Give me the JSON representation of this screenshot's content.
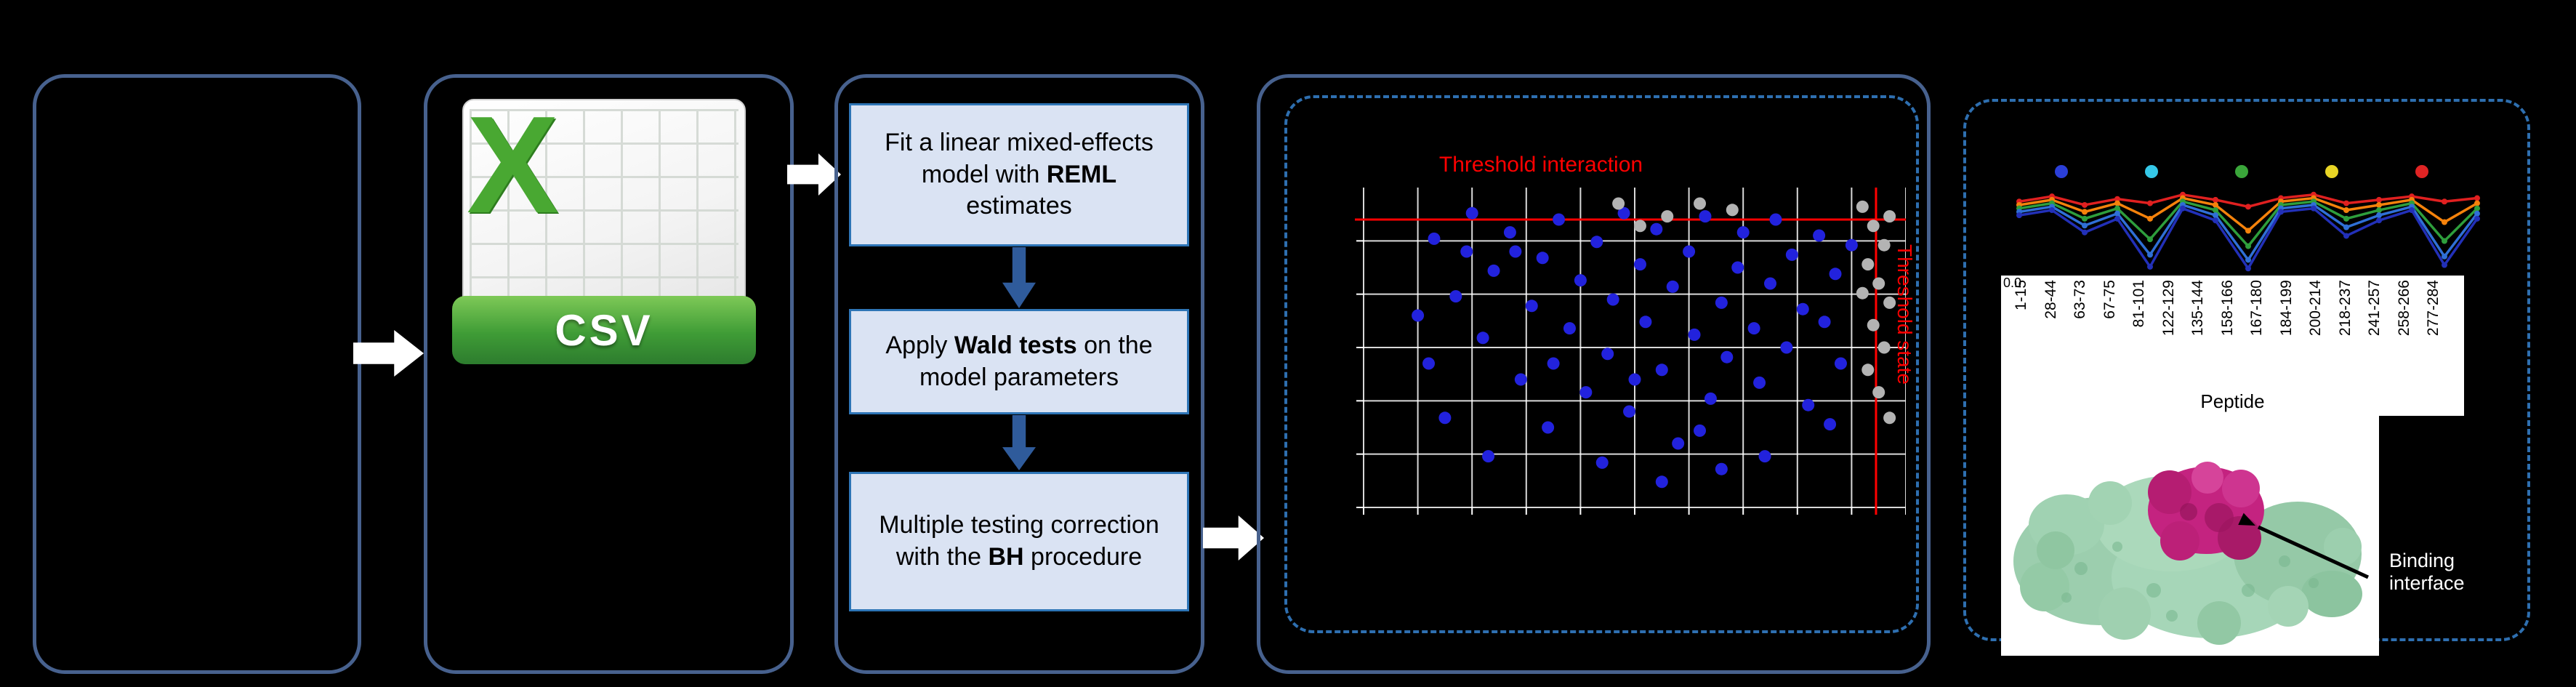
{
  "colors": {
    "background": "#000000",
    "panel_border": "#47618e",
    "dashed_border": "#2e6fb0",
    "flow_arrow": "#ffffff",
    "down_arrow": "#2f5b9b",
    "step_box_fill": "#dae3f3",
    "step_box_border": "#2e75b6",
    "csv_green": "#3f9c36",
    "threshold_red": "#ff0000",
    "significant_dot": "#2222dd",
    "nonsignificant_dot": "#b3b3b3",
    "binding_site_magenta": "#c42380",
    "protein_surface_green": "#9cceae"
  },
  "csv_icon": {
    "letter": "X",
    "banner": "CSV"
  },
  "workflow": {
    "steps": [
      {
        "before": "Fit a linear mixed-effects model with ",
        "bold": "REML",
        "after": " estimates"
      },
      {
        "before": "Apply ",
        "bold": "Wald tests",
        "after": " on the model parameters"
      },
      {
        "before": "Multiple testing correction with the ",
        "bold": "BH",
        "after": " procedure"
      }
    ]
  },
  "chart_data": [
    {
      "id": "threshold-scatter",
      "type": "scatter",
      "annotations": {
        "hline_label": "Threshold interaction",
        "vline_label": "Threshold state"
      },
      "grid": {
        "v_lines": 11,
        "h_lines": 6,
        "color": "#ffffff"
      },
      "thresholds_pct": {
        "hline_y": 10,
        "vline_x": 94.5,
        "color": "#ff0000"
      },
      "series": [
        {
          "name": "significant-peptides",
          "color": "#2222dd",
          "points_pct": [
            [
              13,
              16
            ],
            [
              17,
              34
            ],
            [
              20,
              8
            ],
            [
              22,
              47
            ],
            [
              24,
              26
            ],
            [
              27,
              14
            ],
            [
              29,
              60
            ],
            [
              31,
              37
            ],
            [
              33,
              22
            ],
            [
              34,
              75
            ],
            [
              36,
              10
            ],
            [
              38,
              44
            ],
            [
              40,
              29
            ],
            [
              41,
              64
            ],
            [
              43,
              17
            ],
            [
              45,
              52
            ],
            [
              46,
              35
            ],
            [
              48,
              8
            ],
            [
              49,
              70
            ],
            [
              51,
              24
            ],
            [
              52,
              42
            ],
            [
              54,
              13
            ],
            [
              55,
              57
            ],
            [
              57,
              31
            ],
            [
              58,
              80
            ],
            [
              60,
              20
            ],
            [
              61,
              46
            ],
            [
              63,
              9
            ],
            [
              64,
              66
            ],
            [
              66,
              36
            ],
            [
              67,
              53
            ],
            [
              69,
              25
            ],
            [
              70,
              14
            ],
            [
              72,
              44
            ],
            [
              73,
              61
            ],
            [
              75,
              30
            ],
            [
              76,
              10
            ],
            [
              78,
              50
            ],
            [
              79,
              21
            ],
            [
              81,
              38
            ],
            [
              82,
              68
            ],
            [
              84,
              15
            ],
            [
              85,
              42
            ],
            [
              87,
              27
            ],
            [
              88,
              55
            ],
            [
              90,
              18
            ],
            [
              66,
              88
            ],
            [
              44,
              86
            ],
            [
              23,
              84
            ],
            [
              12,
              55
            ],
            [
              15,
              72
            ],
            [
              10,
              40
            ],
            [
              55,
              92
            ],
            [
              35,
              55
            ],
            [
              50,
              60
            ],
            [
              62,
              76
            ],
            [
              74,
              84
            ],
            [
              86,
              74
            ],
            [
              28,
              20
            ],
            [
              19,
              20
            ]
          ]
        },
        {
          "name": "non-significant-peptides",
          "color": "#b3b3b3",
          "points_pct": [
            [
              92,
              6
            ],
            [
              94,
              12
            ],
            [
              96,
              18
            ],
            [
              93,
              24
            ],
            [
              95,
              30
            ],
            [
              97,
              36
            ],
            [
              94,
              43
            ],
            [
              96,
              50
            ],
            [
              93,
              57
            ],
            [
              95,
              64
            ],
            [
              97,
              9
            ],
            [
              92,
              33
            ],
            [
              47,
              5
            ],
            [
              56,
              9
            ],
            [
              62,
              5
            ],
            [
              51,
              12
            ],
            [
              68,
              7
            ],
            [
              97,
              72
            ]
          ]
        }
      ]
    },
    {
      "id": "peptide-profile-lines",
      "type": "line",
      "x_categories": [
        "1-15",
        "28-44",
        "63-73",
        "67-75",
        "81-101",
        "122-129",
        "135-144",
        "158-166",
        "167-180",
        "184-199",
        "200-214",
        "218-237",
        "241-257",
        "258-266",
        "277-284"
      ],
      "xlabel": "Peptide",
      "y_tick_labels_visible": [
        "0.0"
      ],
      "legend_dot_colors": [
        "#2b3fd8",
        "#35c8e8",
        "#3aa63a",
        "#e8d525",
        "#e02424"
      ],
      "series": [
        {
          "name": "series-red",
          "color": "#e02020",
          "values_norm": [
            0.82,
            0.88,
            0.78,
            0.85,
            0.8,
            0.9,
            0.84,
            0.76,
            0.86,
            0.9,
            0.8,
            0.84,
            0.88,
            0.82,
            0.86
          ]
        },
        {
          "name": "series-orange",
          "color": "#f5820b",
          "values_norm": [
            0.78,
            0.84,
            0.7,
            0.8,
            0.62,
            0.86,
            0.78,
            0.48,
            0.82,
            0.86,
            0.72,
            0.78,
            0.84,
            0.58,
            0.8
          ]
        },
        {
          "name": "series-green",
          "color": "#2e9e3c",
          "values_norm": [
            0.74,
            0.8,
            0.62,
            0.74,
            0.38,
            0.82,
            0.72,
            0.3,
            0.78,
            0.82,
            0.62,
            0.72,
            0.8,
            0.36,
            0.74
          ]
        },
        {
          "name": "series-blue",
          "color": "#2f6fd6",
          "values_norm": [
            0.7,
            0.76,
            0.54,
            0.68,
            0.2,
            0.78,
            0.66,
            0.14,
            0.74,
            0.78,
            0.52,
            0.66,
            0.76,
            0.18,
            0.68
          ]
        },
        {
          "name": "series-navy",
          "color": "#2230b8",
          "values_norm": [
            0.66,
            0.72,
            0.46,
            0.62,
            0.06,
            0.74,
            0.6,
            0.04,
            0.7,
            0.74,
            0.42,
            0.6,
            0.72,
            0.08,
            0.62
          ]
        }
      ]
    }
  ],
  "protein_panel": {
    "binding_label": "Binding interface"
  }
}
